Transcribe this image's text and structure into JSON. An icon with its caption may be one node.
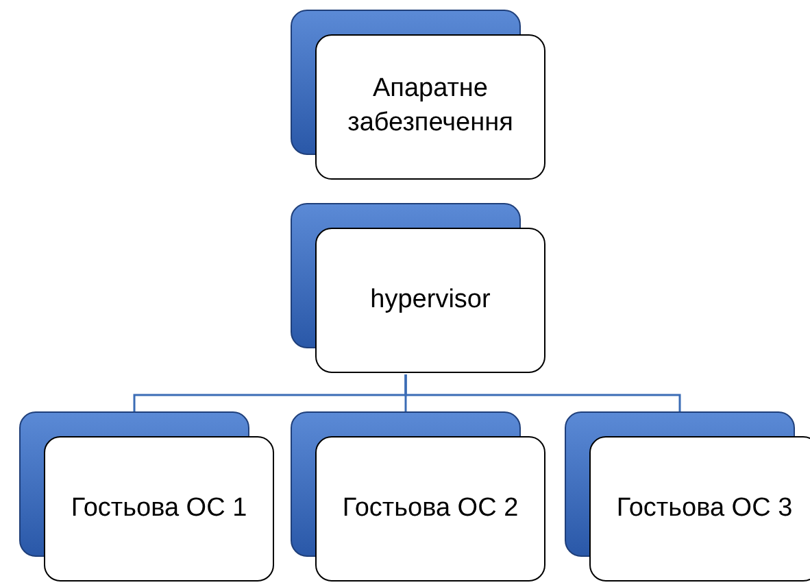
{
  "diagram": {
    "nodes": [
      {
        "text": [
          "Апаратне забезпечення"
        ]
      },
      {
        "text": [
          "hypervisor"
        ]
      },
      {
        "text": [
          "Гостьова ОС 1"
        ]
      },
      {
        "text": [
          "Гостьова ОС 2"
        ]
      },
      {
        "text": [
          "Гостьова ОС 3"
        ]
      }
    ],
    "edges": [
      {
        "from": 1,
        "to": 2,
        "arrow": "none"
      },
      {
        "from": 1,
        "to": 3,
        "arrow": "none"
      },
      {
        "from": 1,
        "to": 4,
        "arrow": "none"
      }
    ]
  }
}
